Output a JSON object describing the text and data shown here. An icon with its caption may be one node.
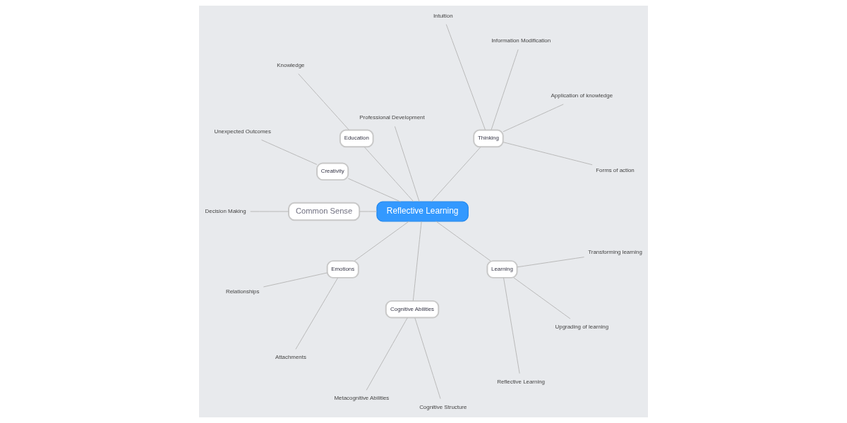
{
  "diagram": {
    "nodes": [
      {
        "text": [
          "Reflective Learning"
        ]
      },
      {
        "text": [
          "Thinking"
        ]
      },
      {
        "text": [
          "Forms of action"
        ]
      },
      {
        "text": [
          "Application of knowledge"
        ]
      },
      {
        "text": [
          "Information Modification"
        ]
      },
      {
        "text": [
          "Intuition"
        ]
      },
      {
        "text": [
          "Professional Development"
        ]
      },
      {
        "text": [
          "Education"
        ]
      },
      {
        "text": [
          "Knowledge"
        ]
      },
      {
        "text": [
          "Creativity"
        ]
      },
      {
        "text": [
          "Unexpected Outcomes"
        ]
      },
      {
        "text": [
          "Common Sense"
        ]
      },
      {
        "text": [
          "Decision Making"
        ]
      },
      {
        "text": [
          "Emotions"
        ]
      },
      {
        "text": [
          "Relationships"
        ]
      },
      {
        "text": [
          "Attachments"
        ]
      },
      {
        "text": [
          "Cognitive Abilities"
        ]
      },
      {
        "text": [
          "Metacognitive Abilities"
        ]
      },
      {
        "text": [
          "Cognitive Structure"
        ]
      },
      {
        "text": [
          "Learning"
        ]
      },
      {
        "text": [
          "Reflective Learning"
        ]
      },
      {
        "text": [
          "Upgrading of learning"
        ]
      },
      {
        "text": [
          "Transforming learning"
        ]
      }
    ],
    "edges": [
      {
        "from": 0,
        "to": 1,
        "arrow": "none"
      },
      {
        "from": 1,
        "to": 2,
        "arrow": "none"
      },
      {
        "from": 1,
        "to": 3,
        "arrow": "none"
      },
      {
        "from": 1,
        "to": 4,
        "arrow": "none"
      },
      {
        "from": 1,
        "to": 5,
        "arrow": "none"
      },
      {
        "from": 0,
        "to": 6,
        "arrow": "none"
      },
      {
        "from": 0,
        "to": 7,
        "arrow": "none"
      },
      {
        "from": 7,
        "to": 8,
        "arrow": "none"
      },
      {
        "from": 0,
        "to": 9,
        "arrow": "none"
      },
      {
        "from": 9,
        "to": 10,
        "arrow": "none"
      },
      {
        "from": 0,
        "to": 11,
        "arrow": "none"
      },
      {
        "from": 11,
        "to": 12,
        "arrow": "none"
      },
      {
        "from": 0,
        "to": 13,
        "arrow": "none"
      },
      {
        "from": 13,
        "to": 14,
        "arrow": "none"
      },
      {
        "from": 13,
        "to": 15,
        "arrow": "none"
      },
      {
        "from": 0,
        "to": 16,
        "arrow": "none"
      },
      {
        "from": 16,
        "to": 17,
        "arrow": "none"
      },
      {
        "from": 16,
        "to": 18,
        "arrow": "none"
      },
      {
        "from": 0,
        "to": 19,
        "arrow": "none"
      },
      {
        "from": 19,
        "to": 20,
        "arrow": "none"
      },
      {
        "from": 19,
        "to": 21,
        "arrow": "none"
      },
      {
        "from": 19,
        "to": 22,
        "arrow": "none"
      }
    ]
  }
}
